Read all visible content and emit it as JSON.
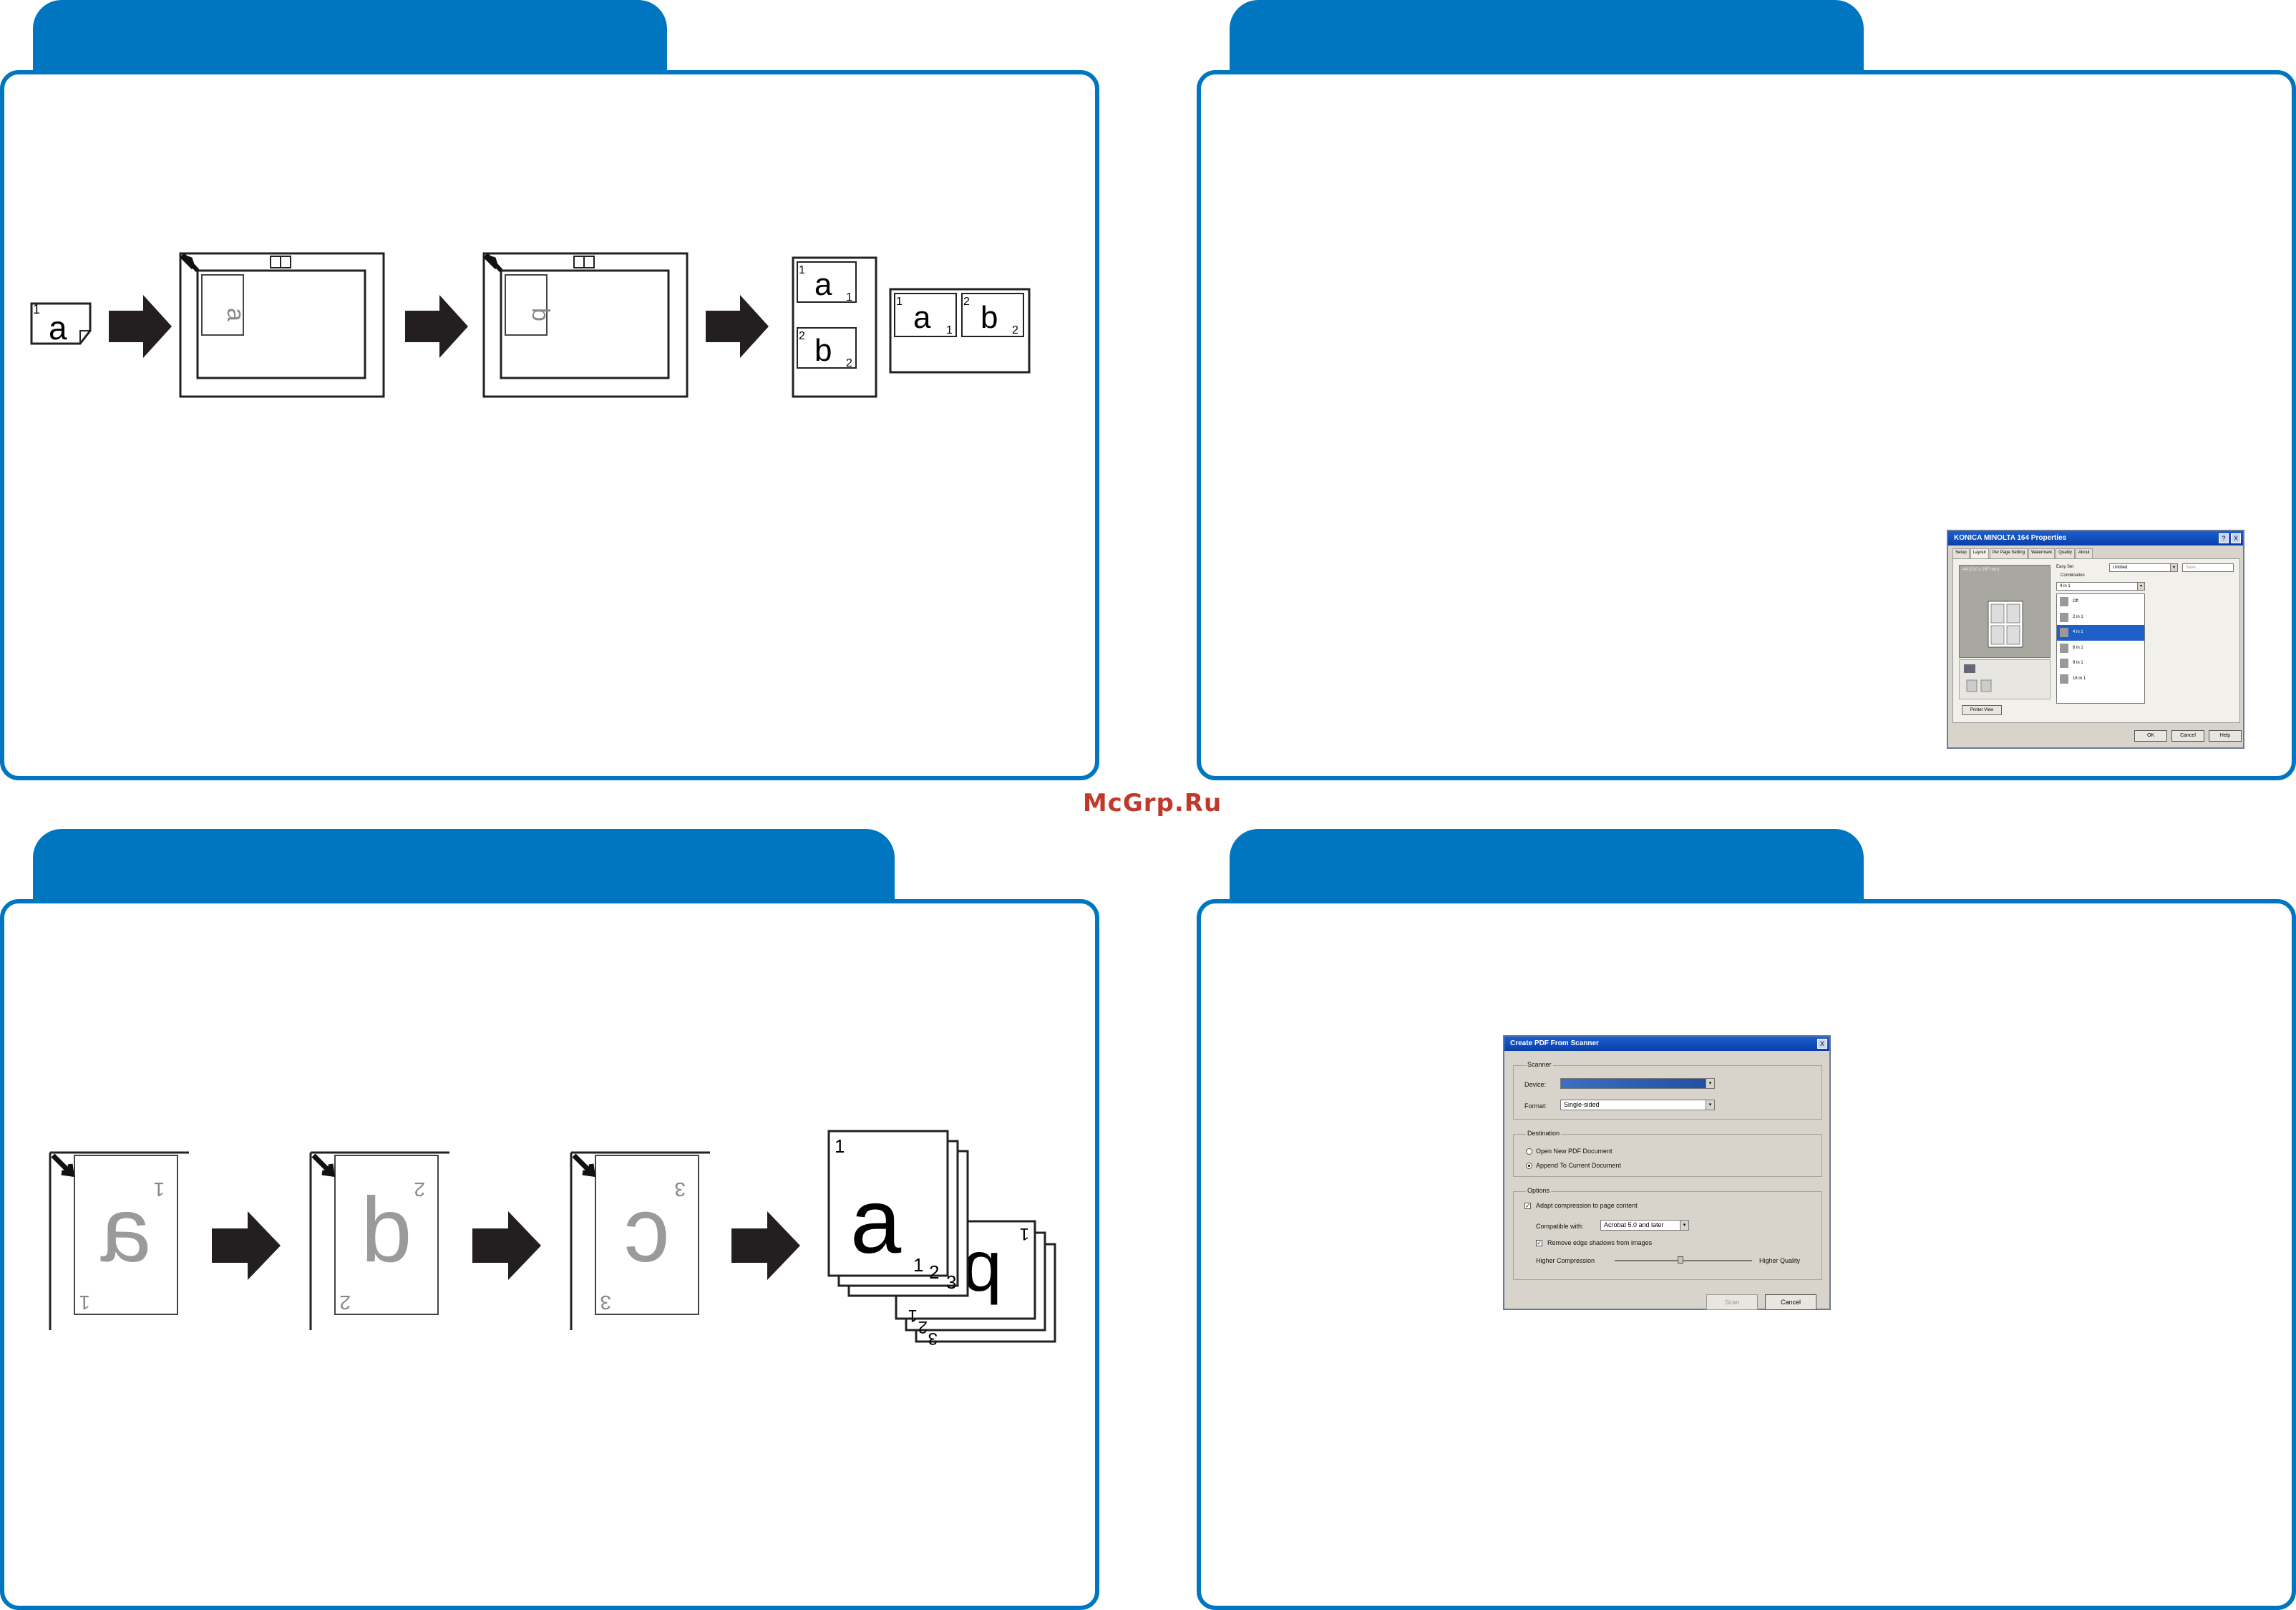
{
  "watermark": "McGrp.Ru",
  "panel1": {
    "orig_page": "1",
    "orig_letter": "a",
    "scan1_letter": "a",
    "scan2_letter": "b",
    "out_portrait": {
      "p1": "1",
      "a": "a",
      "a_n": "1",
      "p2": "2",
      "b": "b",
      "b_n": "2"
    },
    "out_landscape": {
      "p1": "1",
      "a": "a",
      "a_n": "1",
      "p2": "2",
      "b": "b",
      "b_n": "2"
    }
  },
  "panel3": {
    "pages": [
      {
        "letter": "a",
        "num": "1"
      },
      {
        "letter": "b",
        "num": "2"
      },
      {
        "letter": "c",
        "num": "3"
      }
    ],
    "stack_front": {
      "letter": "a",
      "num": "1"
    },
    "stack_labels": [
      "1",
      "2",
      "3"
    ],
    "stack_back_letter": "b"
  },
  "printer_dialog": {
    "title": "KONICA MINOLTA 164 Properties",
    "help_btn": "?",
    "close_btn": "X",
    "tabs": [
      "Setup",
      "Layout",
      "Per Page Setting",
      "Watermark",
      "Quality",
      "About"
    ],
    "preview_caption": "A4 (210 x 297 mm)",
    "easy_set_label": "Easy Set",
    "easy_set_value": "Untitled",
    "save_label": "Save...",
    "combination_label": "Combination",
    "combination_value": "4 in 1",
    "options": [
      "Off",
      "2 in 1",
      "4 in 1",
      "6 in 1",
      "9 in 1",
      "16 in 1"
    ],
    "selected_option": "4 in 1",
    "printer_view_btn": "Printer View",
    "ok": "OK",
    "cancel": "Cancel",
    "help": "Help"
  },
  "pdf_dialog": {
    "title": "Create PDF From Scanner",
    "close_btn": "X",
    "scanner_group": "Scanner",
    "device_label": "Device:",
    "format_label": "Format:",
    "format_value": "Single-sided",
    "destination_group": "Destination",
    "open_new": "Open New PDF Document",
    "append": "Append To Current Document",
    "options_group": "Options",
    "adapt": "Adapt compression to page content",
    "compatible_label": "Compatible with:",
    "compatible_value": "Acrobat 5.0 and later",
    "remove_shadows": "Remove edge shadows from images",
    "higher_compression": "Higher Compression",
    "higher_quality": "Higher Quality",
    "scan_btn": "Scan",
    "cancel_btn": "Cancel"
  }
}
